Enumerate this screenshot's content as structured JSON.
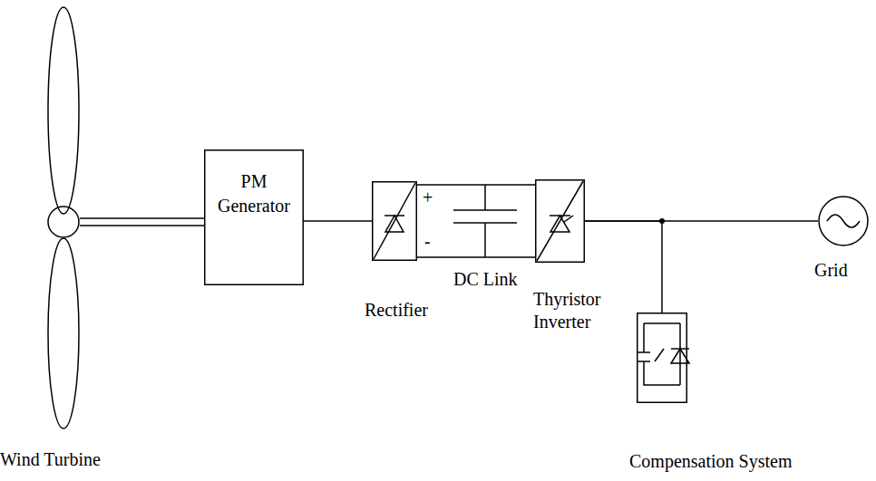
{
  "diagram": {
    "nodes": [
      {
        "text": [
          "Wind Turbine"
        ]
      },
      {
        "text": [
          "PM Generator"
        ]
      },
      {
        "text": [
          "Rectifier"
        ]
      },
      {
        "text": [
          "Thyristor Inverter"
        ]
      },
      {
        "text": [
          "Grid"
        ]
      },
      {
        "text": [
          "Compensation System"
        ]
      }
    ],
    "edges": [
      {
        "from": 0,
        "to": 1,
        "arrow": "none"
      },
      {
        "from": 1,
        "to": 2,
        "arrow": "none"
      },
      {
        "from": 2,
        "to": 3,
        "arrow": "none"
      },
      {
        "from": 3,
        "to": 4,
        "arrow": "none"
      },
      {
        "from": 3,
        "to": 5,
        "arrow": "none"
      }
    ],
    "labels": [
      "+",
      "-",
      "DC Link"
    ]
  }
}
